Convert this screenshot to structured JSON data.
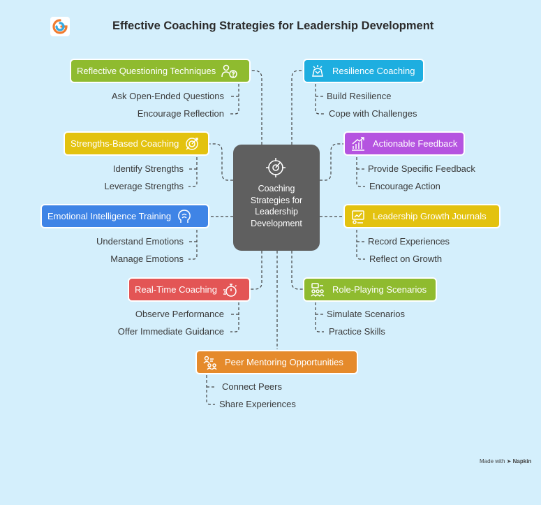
{
  "title": "Effective Coaching Strategies for Leadership Development",
  "center": {
    "label": "Coaching Strategies for Leadership Development",
    "icon": "target-icon"
  },
  "colors": {
    "background": "#d4effc",
    "center": "#5f5f5f",
    "yellow_green": "#8fbb2f",
    "cyan": "#1eaee0",
    "yellow": "#e3c20f",
    "purple": "#b554e0",
    "blue": "#3f84e6",
    "red": "#e35555",
    "green": "#8fbb2f",
    "orange": "#e58a2b"
  },
  "nodes": {
    "reflective": {
      "label": "Reflective Questioning Techniques",
      "icon": "question-person-icon",
      "items": [
        "Ask Open-Ended Questions",
        "Encourage Reflection"
      ]
    },
    "resilience": {
      "label": "Resilience Coaching",
      "icon": "resilience-icon",
      "items": [
        "Build Resilience",
        "Cope with Challenges"
      ]
    },
    "strengths": {
      "label": "Strengths-Based Coaching",
      "icon": "strength-icon",
      "items": [
        "Identify Strengths",
        "Leverage Strengths"
      ]
    },
    "feedback": {
      "label": "Actionable Feedback",
      "icon": "growth-chart-icon",
      "items": [
        "Provide Specific Feedback",
        "Encourage Action"
      ]
    },
    "emotional": {
      "label": "Emotional Intelligence Training",
      "icon": "head-icon",
      "items": [
        "Understand Emotions",
        "Manage Emotions"
      ]
    },
    "journals": {
      "label": "Leadership Growth Journals",
      "icon": "journal-icon",
      "items": [
        "Record Experiences",
        "Reflect on Growth"
      ]
    },
    "realtime": {
      "label": "Real-Time Coaching",
      "icon": "stopwatch-icon",
      "items": [
        "Observe Performance",
        "Offer Immediate Guidance"
      ]
    },
    "roleplay": {
      "label": "Role-Playing Scenarios",
      "icon": "roleplay-icon",
      "items": [
        "Simulate Scenarios",
        "Practice Skills"
      ]
    },
    "peer": {
      "label": "Peer Mentoring Opportunities",
      "icon": "mentoring-icon",
      "items": [
        "Connect Peers",
        "Share Experiences"
      ]
    }
  },
  "footer": {
    "made_with": "Made with",
    "brand": "Napkin"
  }
}
